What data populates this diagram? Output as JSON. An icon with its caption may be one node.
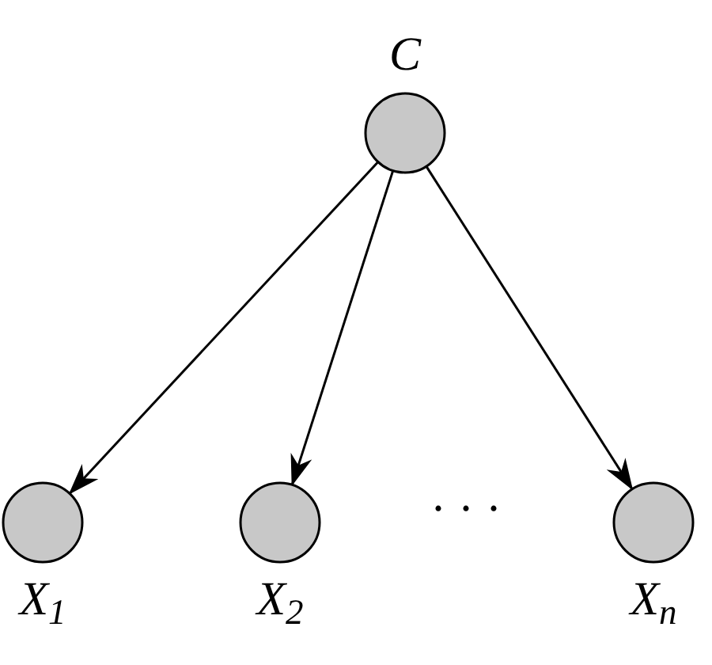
{
  "diagram": {
    "nodes": [
      {
        "text": [
          "C"
        ]
      },
      {
        "text": [
          "X$_{1}$"
        ]
      },
      {
        "text": [
          "X$_{2}$"
        ]
      },
      {
        "text": [
          "X$_{n}$"
        ]
      }
    ],
    "edges": [
      {
        "from": 0,
        "to": 1,
        "arrow": "to"
      },
      {
        "from": 0,
        "to": 2,
        "arrow": "to"
      },
      {
        "from": 0,
        "to": 3,
        "arrow": "to"
      }
    ],
    "labels": [
      "· · ·"
    ]
  }
}
